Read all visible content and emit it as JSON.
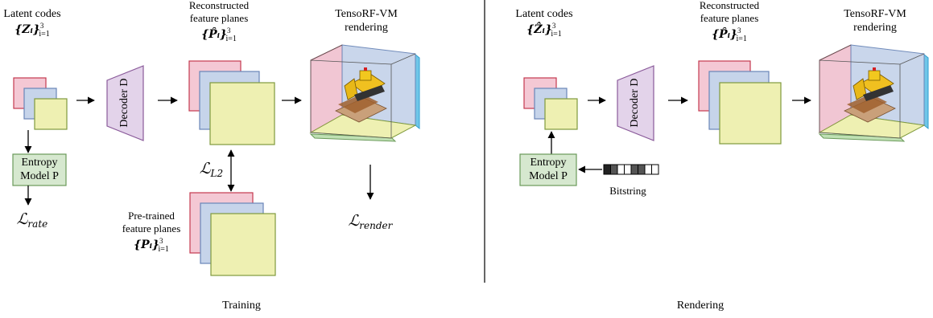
{
  "colors": {
    "plane_red": "#f4c8d4",
    "plane_red_border": "#c43a4f",
    "plane_blue": "#c6d4ea",
    "plane_blue_border": "#6a86b8",
    "plane_yellow": "#eef0b2",
    "plane_yellow_border": "#7f9a3d",
    "decoder_fill": "#e3d3ea",
    "decoder_border": "#8a5a9a",
    "entropy_fill": "#d6e8cf",
    "entropy_border": "#6a9a5a",
    "divider": "#000000"
  },
  "training": {
    "latent_title": "Latent codes",
    "latent_math": "{Zᵢ}",
    "latent_idx": "3",
    "latent_sub": "i=1",
    "entropy_line1": "Entropy",
    "entropy_line2": "Model P",
    "rate_loss": "ℒ",
    "rate_loss_sub": "rate",
    "decoder_label": "Decoder D",
    "recon_line1": "Reconstructed",
    "recon_line2": "feature planes",
    "recon_math": "{P̂ᵢ}",
    "recon_idx": "3",
    "recon_sub": "i=1",
    "l2_loss": "ℒ",
    "l2_loss_sub": "L2",
    "pretrained_line1": "Pre-trained",
    "pretrained_line2": "feature planes",
    "pretrained_math": "{Pᵢ}",
    "pretrained_idx": "3",
    "pretrained_sub": "i=1",
    "render_line1": "TensoRF-VM",
    "render_line2": "rendering",
    "render_loss": "ℒ",
    "render_loss_sub": "render",
    "caption": "Training"
  },
  "rendering": {
    "latent_title": "Latent codes",
    "latent_math": "{Ẑᵢ}",
    "latent_idx": "3",
    "latent_sub": "i=1",
    "entropy_line1": "Entropy",
    "entropy_line2": "Model P",
    "bitstring_label": "Bitstring",
    "bitstring_bits": [
      0,
      1,
      0,
      0,
      1,
      1,
      0,
      0
    ],
    "decoder_label": "Decoder D",
    "recon_line1": "Reconstructed",
    "recon_line2": "feature planes",
    "recon_math": "{P̂ᵢ}",
    "recon_idx": "3",
    "recon_sub": "i=1",
    "render_line1": "TensoRF-VM",
    "render_line2": "rendering",
    "caption": "Rendering"
  }
}
